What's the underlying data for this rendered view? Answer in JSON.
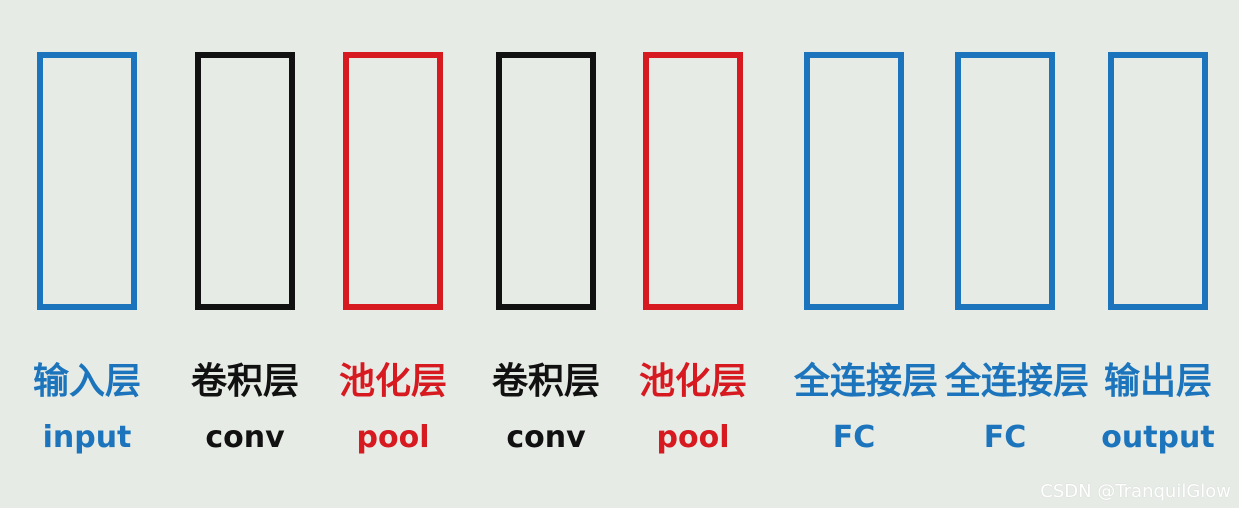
{
  "layers": [
    {
      "zh": "输入层",
      "en": "input",
      "color": "#1c75bc"
    },
    {
      "zh": "卷积层",
      "en": "conv",
      "color": "#111111"
    },
    {
      "zh": "池化层",
      "en": "pool",
      "color": "#d71920"
    },
    {
      "zh": "卷积层",
      "en": "conv",
      "color": "#111111"
    },
    {
      "zh": "池化层",
      "en": "pool",
      "color": "#d71920"
    },
    {
      "zh": "全连接层",
      "en": "FC",
      "color": "#1c75bc"
    },
    {
      "zh": "全连接层",
      "en": "FC",
      "color": "#1c75bc"
    },
    {
      "zh": "输出层",
      "en": "output",
      "color": "#1c75bc"
    }
  ],
  "watermark": "CSDN @TranquilGlow"
}
